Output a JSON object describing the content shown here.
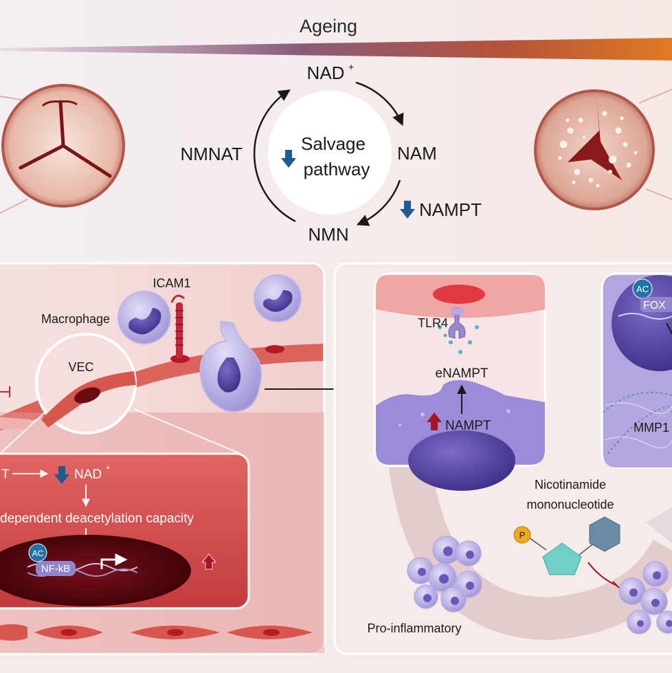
{
  "header": {
    "ageing": "Ageing"
  },
  "salvage": {
    "nad": "NAD",
    "nad_sup": "+",
    "nam": "NAM",
    "nmn": "NMN",
    "nmnat": "NMNAT",
    "nampt": "NAMPT",
    "center_line1": "Salvage",
    "center_line2": "pathway"
  },
  "left_panel": {
    "icam1": "ICAM1",
    "macrophage": "Macrophage",
    "vec": "VEC",
    "inset_prefix": "T",
    "inset_nad": "NAD",
    "inset_nad_sup": "+",
    "inset_deacetylation": "dependent deacetylation capacity",
    "ac": "AC",
    "nfkb": "NF-kB"
  },
  "right_panel": {
    "tlr4": "TLR4",
    "enampt": "eNAMPT",
    "nampt": "NAMPT",
    "ac": "AC",
    "fox": "FOX",
    "mmp1": "MMP1",
    "nicotinamide": "Nicotinamide",
    "mononucleotide": "mononucleotide",
    "p": "P",
    "pro_inflammatory": "Pro-inflammatory"
  },
  "colors": {
    "down_arrow": "#1f5b8e",
    "up_arrow": "#a8142a",
    "vessel": "#d9564f",
    "cell_purple": "#9d8fd6"
  }
}
